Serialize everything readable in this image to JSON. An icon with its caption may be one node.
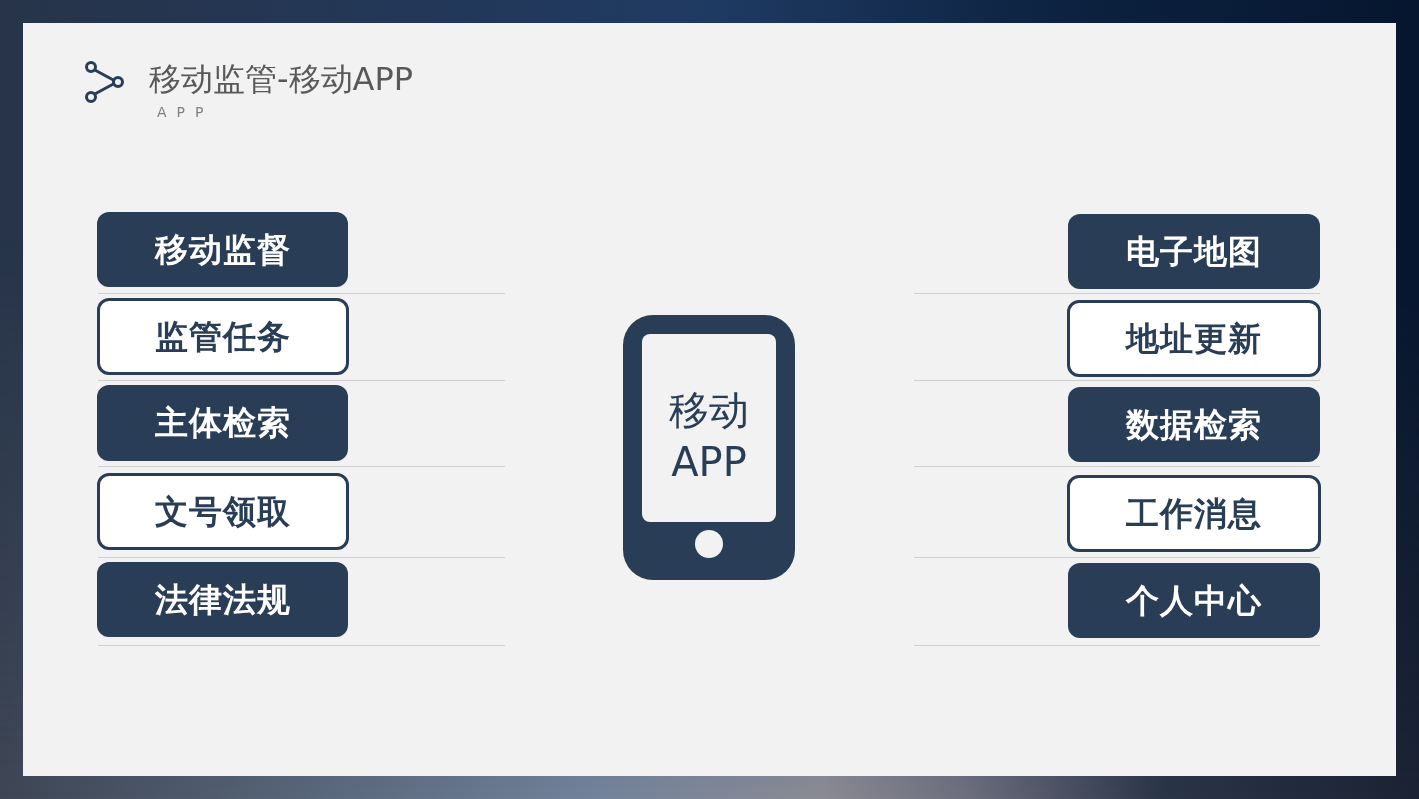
{
  "diagram": {
    "title": "移动监管-移动APP",
    "nodes": [
      {
        "text": [
          "移动监督"
        ]
      },
      {
        "text": [
          "监管任务"
        ]
      },
      {
        "text": [
          "主体检索"
        ]
      },
      {
        "text": [
          "文号领取"
        ]
      },
      {
        "text": [
          "法律法规"
        ]
      },
      {
        "text": [
          "移动 APP"
        ]
      },
      {
        "text": [
          "电子地图"
        ]
      },
      {
        "text": [
          "地址更新"
        ]
      },
      {
        "text": [
          "数据检索"
        ]
      },
      {
        "text": [
          "工作消息"
        ]
      },
      {
        "text": [
          "个人中心"
        ]
      }
    ],
    "labels": [
      "APP"
    ]
  }
}
